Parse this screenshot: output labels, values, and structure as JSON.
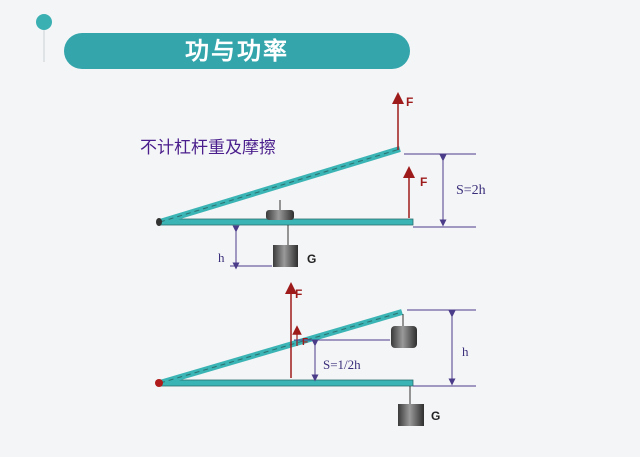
{
  "header": {
    "title": "功与功率"
  },
  "note": "不计杠杆重及摩擦",
  "diagram_top": {
    "force_label_end": "F",
    "force_label_mid": "F",
    "displacement_label": "S=2h",
    "load_height_label": "h",
    "weight_label": "G"
  },
  "diagram_bottom": {
    "force_label_mid": "F",
    "force_label_small": "F",
    "displacement_label": "S=1/2h",
    "load_height_label": "h",
    "weight_label": "G"
  },
  "colors": {
    "banner": "#33a5ab",
    "lever": "#3ab4b4",
    "force_arrow": "#9e1b1b",
    "dimension": "#4b3c8a",
    "weight": "#555555",
    "pivot": "#b01c1c",
    "note_text": "#4a1e8c"
  }
}
